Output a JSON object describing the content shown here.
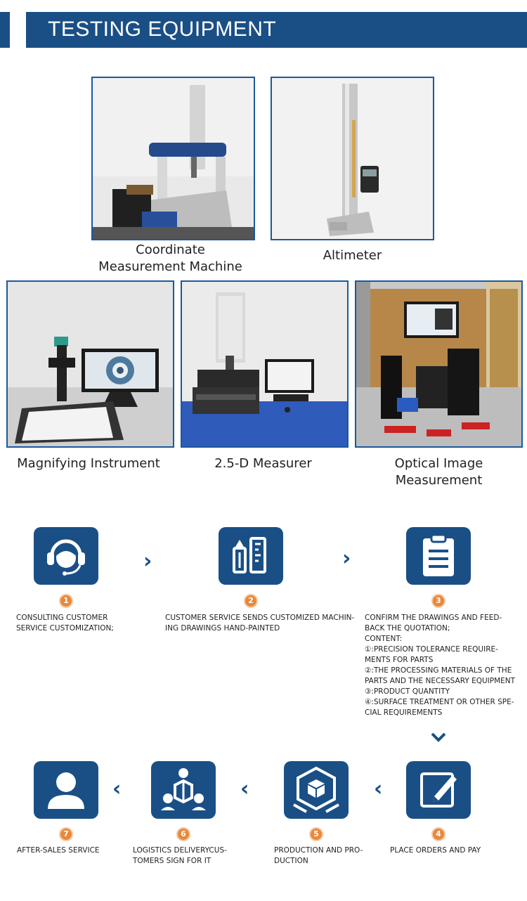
{
  "header": {
    "title": "TESTING EQUIPMENT"
  },
  "equipment": [
    {
      "caption_lines": [
        "Coordinate",
        "Measurement Machine"
      ]
    },
    {
      "caption_lines": [
        "Altimeter"
      ]
    },
    {
      "caption_lines": [
        "Magnifying Instrument"
      ]
    },
    {
      "caption_lines": [
        "2.5-D Measurer"
      ]
    },
    {
      "caption_lines": [
        "Optical Image Measurement"
      ]
    }
  ],
  "steps": [
    {
      "number": "1",
      "icon": "headset-icon",
      "lines": [
        "CONSULTING CUSTOMER",
        "SERVICE CUSTOMIZATION;"
      ]
    },
    {
      "number": "2",
      "icon": "drawing-tools-icon",
      "lines": [
        "CUSTOMER SERVICE SENDS CUSTOMIZED MACHIN-",
        "ING DRAWINGS HAND-PAINTED"
      ]
    },
    {
      "number": "3",
      "icon": "clipboard-icon",
      "lines": [
        "CONFIRM THE DRAWINGS AND FEED-",
        "BACK THE QUOTATION;",
        "CONTENT:",
        "①:PRECISION TOLERANCE REQUIRE-",
        "MENTS FOR PARTS",
        "②:THE PROCESSING MATERIALS OF THE",
        "PARTS AND THE NECESSARY EQUIPMENT",
        "③:PRODUCT QUANTITY",
        "④:SURFACE TREATMENT OR OTHER SPE-",
        "CIAL REQUIREMENTS"
      ]
    },
    {
      "number": "4",
      "icon": "edit-order-icon",
      "lines": [
        "PLACE ORDERS AND PAY"
      ]
    },
    {
      "number": "5",
      "icon": "production-box-icon",
      "lines": [
        "PRODUCTION AND PRO-",
        "DUCTION"
      ]
    },
    {
      "number": "6",
      "icon": "logistics-people-icon",
      "lines": [
        "LOGISTICS DELIVERYCUS-",
        "TOMERS SIGN FOR IT"
      ]
    },
    {
      "number": "7",
      "icon": "user-icon",
      "lines": [
        "AFTER-SALES SERVICE"
      ]
    }
  ],
  "colors": {
    "brand": "#1a4f86",
    "badge": "#e8883a",
    "frame": "#1a5a9a"
  }
}
